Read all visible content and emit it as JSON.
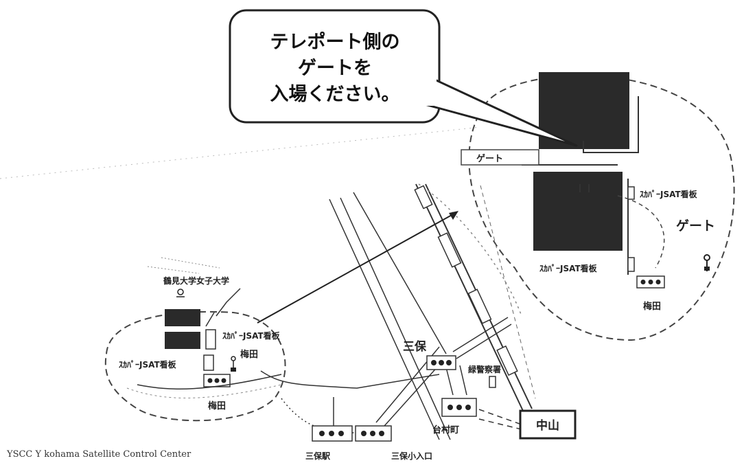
{
  "callout": {
    "lines": [
      "テレポート側の",
      "ゲートを",
      "入場ください。"
    ]
  },
  "inset": {
    "gate_label_left": "ゲート",
    "gate_label_right": "ゲート",
    "sign_top": "ｽｶﾊﾟｰJSAT看板",
    "sign_bottom": "ｽｶﾊﾟｰJSAT看板",
    "umeda": "梅田"
  },
  "main_map": {
    "university": "鶴見大学女子大学",
    "sign_upper": "ｽｶﾊﾟｰJSAT看板",
    "sign_left": "ｽｶﾊﾟｰJSAT看板",
    "umeda_upper": "梅田",
    "umeda_lower": "梅田",
    "sanpo": "三保",
    "police": "緑警察署",
    "taimura": "台村町",
    "nakayama": "中山",
    "sanpo_station": "三保駅",
    "sanpo_entrance": "三保小入口"
  },
  "footer": {
    "text": "YSCC Y  kohama Satellite Control Center"
  },
  "colors": {
    "building": "#2a2a2a",
    "line": "#333333",
    "dash": "#555555"
  }
}
